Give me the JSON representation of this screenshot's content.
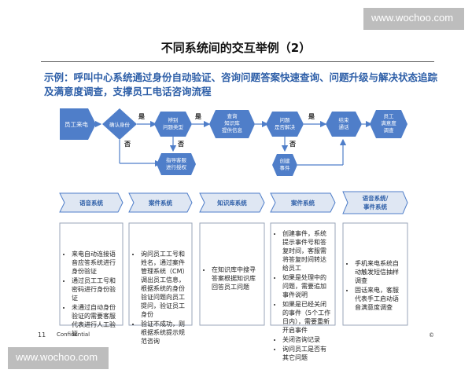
{
  "watermark": {
    "top": "www.wochoo.com",
    "bottom": "www.wochoo.com"
  },
  "title": "不同系统间的交互举例（2）",
  "subtitle": "示例：呼叫中心系统通过身份自动验证、咨询问题答案快速查询、问题升级与解决状态追踪及满意度调查，支撑员工电话咨询流程",
  "flow": {
    "start": "员工来电",
    "decision_identity": "确认身份",
    "identify_type": [
      "辨别",
      "问题类型"
    ],
    "kb_query": [
      "查询",
      "知识库",
      "提供信息"
    ],
    "decision_solved": [
      "问题",
      "是否解决"
    ],
    "end_call": [
      "结束",
      "通话"
    ],
    "survey": [
      "员工",
      "满意度",
      "调查"
    ],
    "guide": [
      "指导客服",
      "进行授权"
    ],
    "create_case": [
      "创建",
      "事件"
    ],
    "yes": "是",
    "no": "否"
  },
  "systems": [
    {
      "header": "语音系统",
      "items": [
        "来电自动连接语音应答系统进行身份验证",
        "通过员工工号和密码进行身份验证",
        "未通过自动身份验证的需要客服代表进行人工验证"
      ]
    },
    {
      "header": "案件系统",
      "items": [
        "询问员工工号和姓名，通过案件管理系统（CM）调出员工信息，根据系统的身份验证问题向员工提问，验证员工身份",
        "验证不成功，则根据系统提示规范咨询"
      ]
    },
    {
      "header": "知识库系统",
      "items": [
        "在知识库中搜寻答案根据知识库回答员工问题"
      ]
    },
    {
      "header": "案件系统",
      "items": [
        "创建事件，系统提示事件号和答复时间，客服需将答复时间转达给员工",
        "如果是处理中的问题，需要追加事件说明",
        "如果是已经关闭的事件（5个工作日内），需要重新开启事件",
        "关闭咨询记录",
        "询问员工是否有其它问题"
      ]
    },
    {
      "header": [
        "语音系统/",
        "事件系统"
      ],
      "items": [
        "手机来电系统自动触发短信抽样调查",
        "固话来电，客服代表手工启动语音满意度调查"
      ]
    }
  ],
  "footer": {
    "page": "11",
    "confidential": "Confidential",
    "copyright": "©"
  },
  "colors": {
    "shape": "#4f7ec9",
    "shape_dark": "#3966b4",
    "header_bg": "#dfe7f3",
    "box_border": "#9aa6b8",
    "text_blue": "#2e5fa8"
  }
}
